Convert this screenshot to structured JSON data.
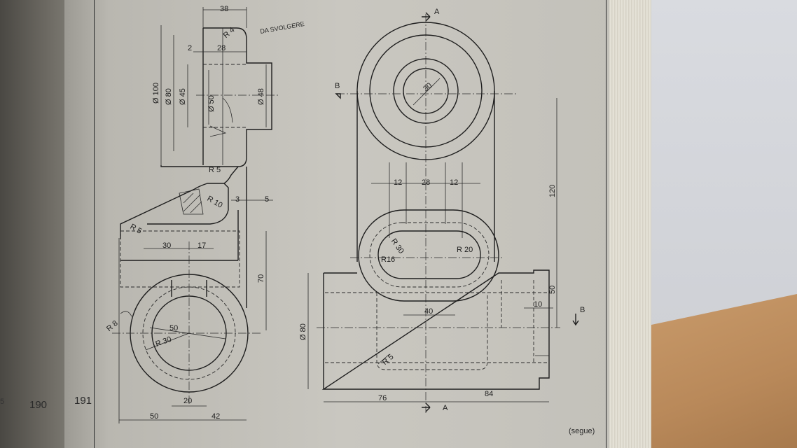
{
  "page": {
    "left_page_number": "190",
    "right_page_number": "191",
    "continuation_note": "(segue)",
    "edge_fragment": "5"
  },
  "handwritten_note": "DA SVOLGERE",
  "section_marks": {
    "a_top": "A",
    "a_bottom": "A",
    "b_left": "B",
    "b_right": "B"
  },
  "side_view_dims": {
    "w38": "38",
    "r4": "R 4",
    "w2": "2",
    "w28": "28",
    "d100": "Ø 100",
    "d80": "Ø 80",
    "d45": "Ø 45",
    "d50": "Ø 50",
    "d48": "Ø 48",
    "r5a": "R 5",
    "r10": "R 10",
    "w3": "3",
    "w5": "5",
    "r5b": "R 5",
    "w30": "30",
    "w17": "17",
    "h70": "70",
    "r8": "R 8",
    "r50": "50",
    "r30": "R 30",
    "w20": "20",
    "w50": "50",
    "w42": "42"
  },
  "front_view_dims": {
    "d30": "30",
    "b12a": "12",
    "b28": "28",
    "b12b": "12",
    "h120": "120",
    "r30": "R 30",
    "r16": "R16",
    "r20": "R 20",
    "w40": "40",
    "w10": "10",
    "h50": "50",
    "d80": "Ø 80",
    "r5": "R 5",
    "w76": "76",
    "w84": "84"
  }
}
